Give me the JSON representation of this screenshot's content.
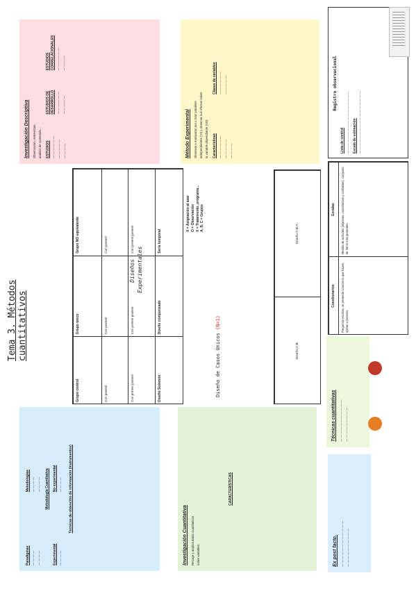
{
  "page_title": "Tema 3. Métodos cuantitativos",
  "descriptiva": {
    "title": "Investigación Descriptiva",
    "lines": [
      "Observación, entrevistas,",
      "análisis de contenido..."
    ],
    "col1": "ESTUDIOS",
    "col2": "ESTUDIOS DE DESARROLLO",
    "col3": "ESTUDIOS CORRELACIONALES"
  },
  "experimental": {
    "title": "Método Experimental",
    "lines": [
      "Observar o manipular una o más variables",
      "independientes (VI) y observar sus efectos sobre",
      "la variable dependiente (VD)"
    ],
    "col1": "Características",
    "col2": "Clases de variables"
  },
  "designs": {
    "title": "Diseños Experimentales",
    "legend": [
      "X = Asignación al azar",
      "O = Observación",
      "X = Tratamiento, programa...",
      "A, B, C = Grupos"
    ],
    "rows": [
      [
        "Grupo control",
        "Grupo único",
        "Grupo NO equivalente"
      ],
      [
        "Con postest",
        "Con postest",
        "Con postest"
      ],
      [
        "Con pretest postest",
        "Con pretest postest",
        "Con pretest postest"
      ],
      [
        "Diseño Solomón",
        "Diseño compensado",
        "Serie temporal"
      ]
    ]
  },
  "casos": {
    "title": "Diseño de Casos Únicos",
    "badge": "(N=1)",
    "ab": "Diseño A-B",
    "aba": "Diseño A-B-A"
  },
  "comparacion": {
    "headers": [
      "Cuestionarios",
      "Escalas"
    ],
    "left": "Preguntas escritas, se pretende conocer lo que hacen, opinan o piensan.",
    "right": "Medida de actitudes (objetivas, cuantitativas y confiables). Conjunto de ítems más generales."
  },
  "registro": {
    "title": "Registro observacional",
    "items": [
      "Lista de control",
      "Escala de estimación"
    ]
  },
  "tecnicas": {
    "title": "Técnicas cuantitativas"
  },
  "expost": {
    "title": "Ex post facto."
  },
  "cuantitativa": {
    "title": "Investigación Cuantitativa",
    "lines": [
      "Recoge y analiza datos cuantitativos",
      "sobre variables."
    ],
    "center": "CARACTERÍSTICAS"
  },
  "paradigmas": {
    "title1": "Paradigmas",
    "title2": "Metodologías",
    "sub": "Metodología Cuantitativa",
    "sub_left": "Experimental",
    "sub_right": "No experimental",
    "tecnicas": "Técnicas de obtención de información (Instrumentos)"
  },
  "colors": {
    "pink": "#fbdde3",
    "yellow": "#fff7c9",
    "blue": "#d6ecfb",
    "green": "#e4f3d8"
  }
}
